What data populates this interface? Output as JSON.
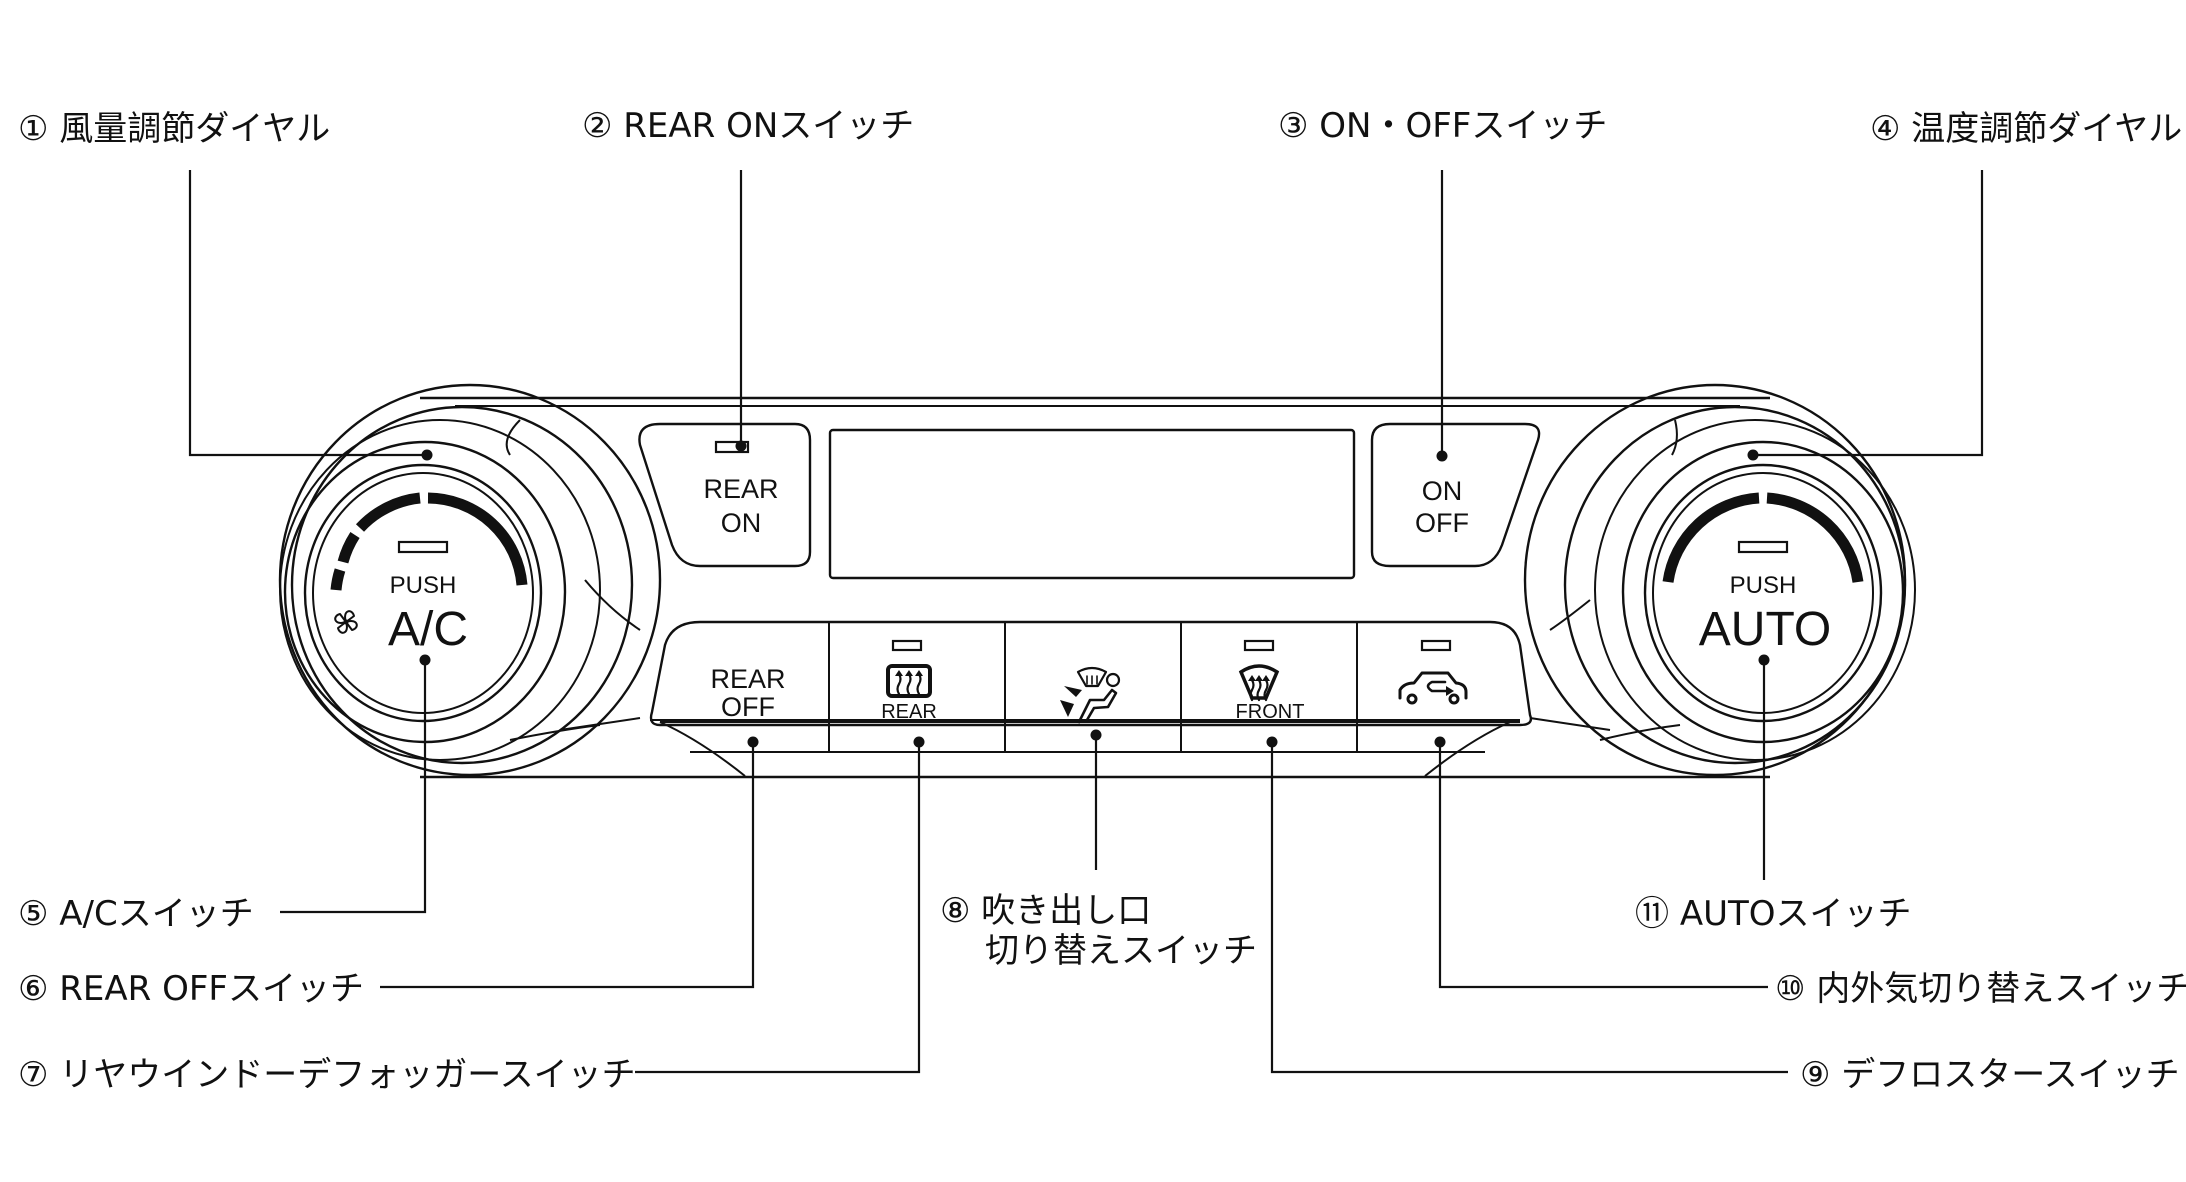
{
  "callouts": [
    {
      "num": "①",
      "label": "風量調節ダイヤル"
    },
    {
      "num": "②",
      "label": "REAR ONスイッチ"
    },
    {
      "num": "③",
      "label": "ON・OFFスイッチ"
    },
    {
      "num": "④",
      "label": "温度調節ダイヤル"
    },
    {
      "num": "⑤",
      "label": "A/Cスイッチ"
    },
    {
      "num": "⑥",
      "label": "REAR OFFスイッチ"
    },
    {
      "num": "⑦",
      "label": "リヤウインドーデフォッガースイッチ"
    },
    {
      "num": "⑧",
      "label": "吹き出し口",
      "label2": "切り替えスイッチ"
    },
    {
      "num": "⑨",
      "label": "デフロスタースイッチ"
    },
    {
      "num": "⑩",
      "label": "内外気切り替えスイッチ"
    },
    {
      "num": "⑪",
      "label": "AUTOスイッチ"
    }
  ],
  "panel": {
    "left_dial": {
      "push": "PUSH",
      "main": "A/C",
      "icon": "fan-icon"
    },
    "right_dial": {
      "push": "PUSH",
      "main": "AUTO"
    },
    "rear_on_button": {
      "line1": "REAR",
      "line2": "ON"
    },
    "on_off_button": {
      "line1": "ON",
      "line2": "OFF"
    },
    "rear_off_button": {
      "line1": "REAR",
      "line2": "OFF"
    },
    "rear_defogger_button": {
      "label": "REAR",
      "icon": "rear-defogger-icon"
    },
    "mode_button": {
      "icon": "air-outlet-mode-icon"
    },
    "front_defroster_button": {
      "label": "FRONT",
      "icon": "front-defroster-icon"
    },
    "recirculation_button": {
      "icon": "recirculation-car-icon"
    }
  }
}
